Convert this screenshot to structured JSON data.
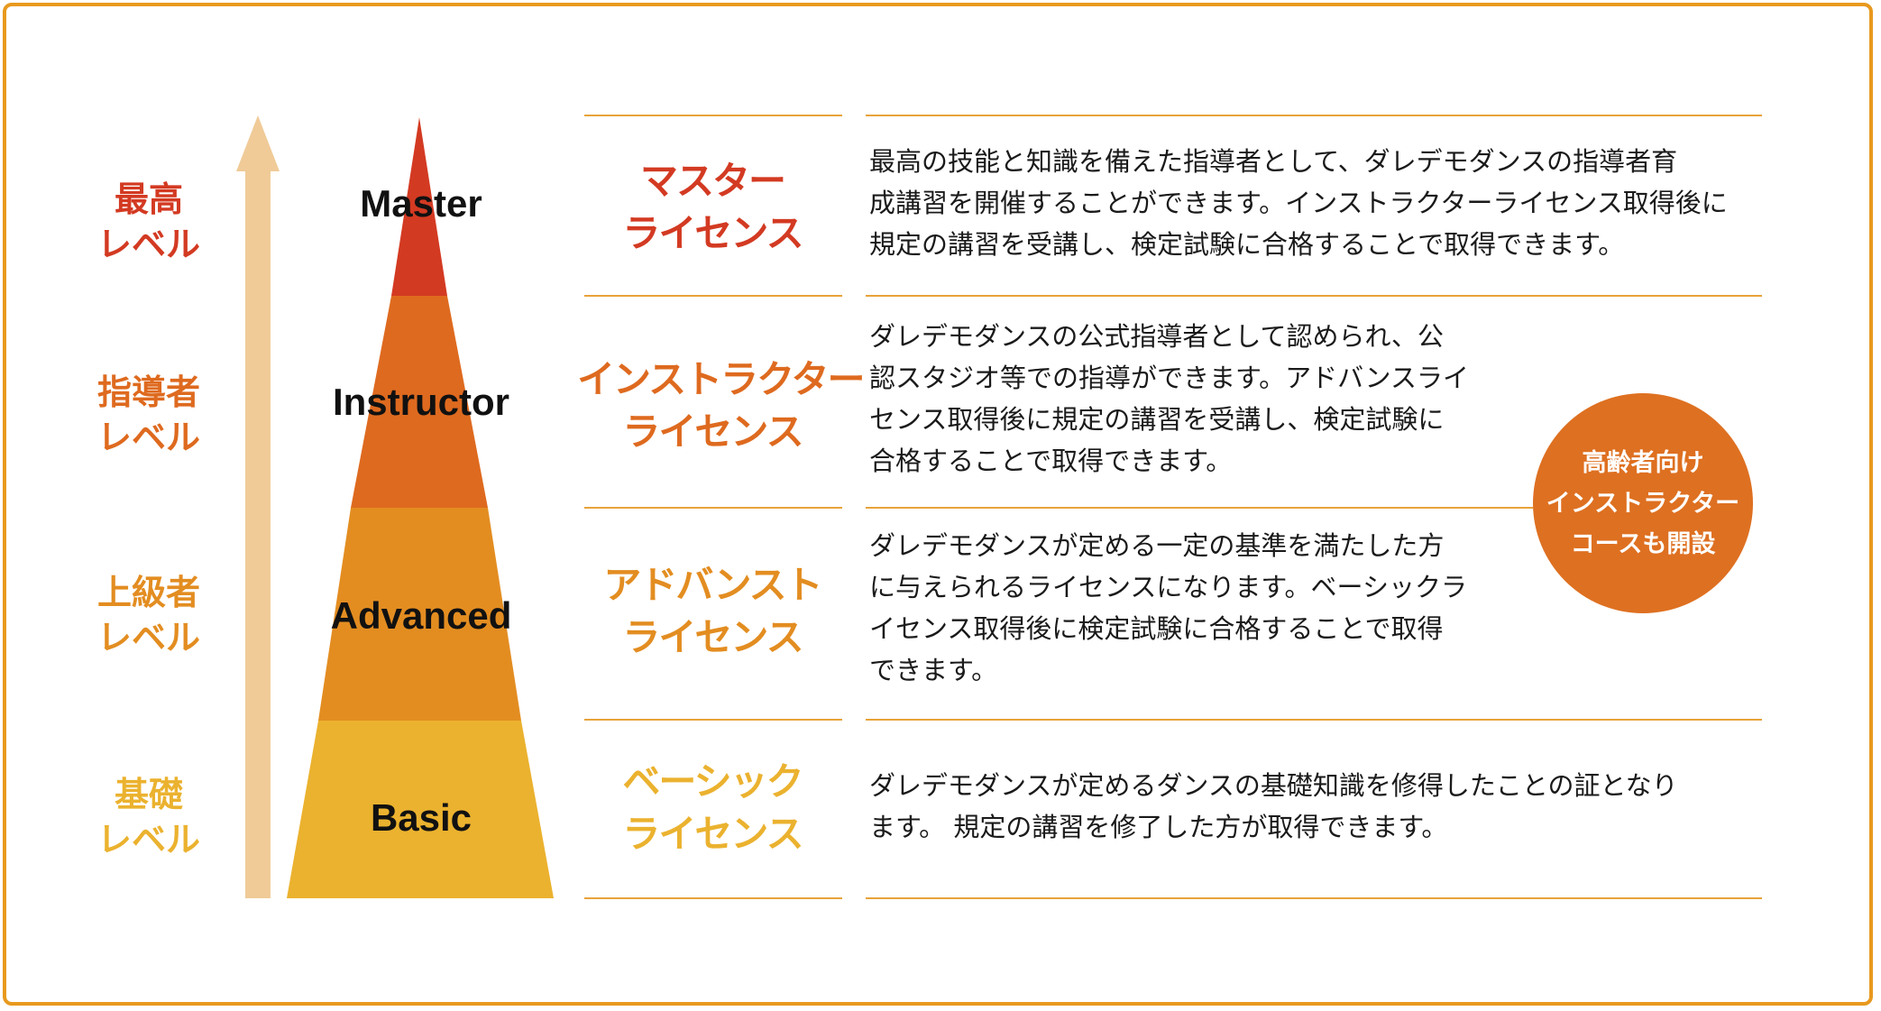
{
  "colors": {
    "frame": "#e8991e",
    "arrow": "#f0cb98",
    "master": "#d33a22",
    "instructor": "#de6a1f",
    "advanced": "#e38d21",
    "basic": "#ebb22f",
    "badge": "#de7021"
  },
  "levels": [
    {
      "line1": "最高",
      "line2": "レベル"
    },
    {
      "line1": "指導者",
      "line2": "レベル"
    },
    {
      "line1": "上級者",
      "line2": "レベル"
    },
    {
      "line1": "基礎",
      "line2": "レベル"
    }
  ],
  "pyramid": [
    {
      "label": "Master"
    },
    {
      "label": "Instructor"
    },
    {
      "label": "Advanced"
    },
    {
      "label": "Basic"
    }
  ],
  "licenses": [
    {
      "line1": "マスター",
      "line2": "ライセンス"
    },
    {
      "line1": "インストラクター",
      "line2": "ライセンス"
    },
    {
      "line1": "アドバンスト",
      "line2": "ライセンス"
    },
    {
      "line1": "ベーシック",
      "line2": "ライセンス"
    }
  ],
  "descriptions": [
    {
      "lines": [
        "最高の技能と知識を備えた指導者として、ダレデモダンスの指導者育",
        "成講習を開催することができます。インストラクターライセンス取得後に",
        "規定の講習を受講し、検定試験に合格することで取得できます。"
      ]
    },
    {
      "lines": [
        "ダレデモダンスの公式指導者として認められ、公",
        "認スタジオ等での指導ができます。アドバンスライ",
        "センス取得後に規定の講習を受講し、検定試験に",
        "合格することで取得できます。"
      ]
    },
    {
      "lines": [
        "ダレデモダンスが定める一定の基準を満たした方",
        "に与えられるライセンスになります。ベーシックラ",
        "イセンス取得後に検定試験に合格することで取得",
        "できます。"
      ]
    },
    {
      "lines": [
        "ダレデモダンスが定めるダンスの基礎知識を修得したことの証となり",
        "ます。 規定の講習を修了した方が取得できます。"
      ]
    }
  ],
  "badge": {
    "lines": [
      "高齢者向け",
      "インストラクター",
      "コースも開設"
    ]
  }
}
